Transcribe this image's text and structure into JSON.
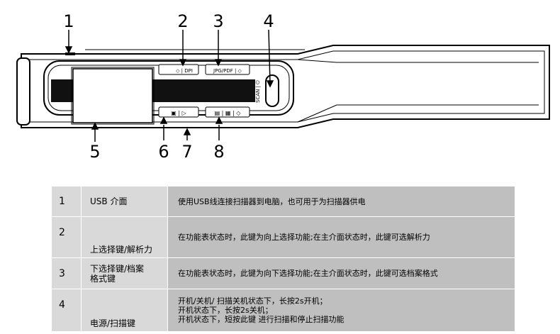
{
  "callouts": [
    "1",
    "2",
    "3",
    "4",
    "5",
    "6",
    "7",
    "8"
  ],
  "device_labels": {
    "up_key": "DPI",
    "down_key": "JPG/PDF",
    "power_key": "SCAN"
  },
  "rows": [
    {
      "num": "1",
      "name": "USB 介面",
      "desc": "使用USB线连接扫描器到电脑，也可用于为扫描器供电"
    },
    {
      "num": "2",
      "name": "上选择键/解析力",
      "desc": "在功能表状态时，此键为向上选择功能;在主介面状态时，此键可选解析力"
    },
    {
      "num": "3",
      "name": "下选择键/档案\n格式键",
      "desc": "在功能表状态时，此键为向下选择功能;在主介面状态时，此键可选档案格式"
    },
    {
      "num": "4",
      "name": "电源/扫描键",
      "desc": "开机/关机/ 扫描关机状态下，长按2s开机；\n开机状态下，长按2s关机；\n开机状态下，短按此键  进行扫描和停止扫描功能"
    }
  ]
}
